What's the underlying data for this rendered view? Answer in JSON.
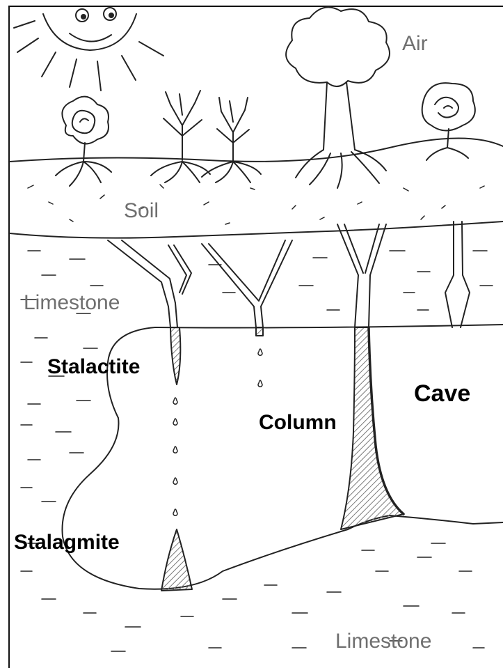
{
  "labels": {
    "air": "Air",
    "soil": "Soil",
    "limestone_upper": "Limestone",
    "stalactite": "Stalactite",
    "cave": "Cave",
    "column": "Column",
    "stalagmite": "Stalagmite",
    "limestone_lower": "Limestone"
  },
  "colors": {
    "line": "#222222",
    "label_gray": "#6f6f6f",
    "label_dark": "#000000",
    "shading": "#9a9a9a"
  },
  "icons": [
    "sun-icon",
    "flower-icon",
    "shrub-icon",
    "tree-icon",
    "rose-icon",
    "water-drop-icon"
  ]
}
